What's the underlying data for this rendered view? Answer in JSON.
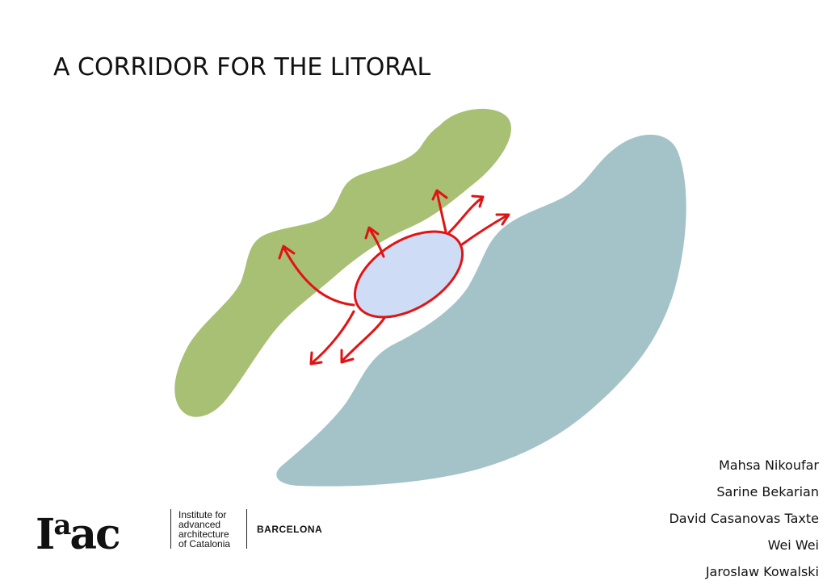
{
  "title": "A CORRIDOR FOR THE LITORAL",
  "authors": [
    "Mahsa Nikoufar",
    "Sarine Bekarian",
    "David Casanovas Taxte",
    "Wei Wei",
    "Jaroslaw Kowalski"
  ],
  "logo": {
    "wordmark_main": "I",
    "wordmark_sup": "a",
    "wordmark_rest": "ac",
    "institute_lines": [
      "Institute for",
      "advanced",
      "architecture",
      "of Catalonia"
    ],
    "city": "BARCELONA"
  },
  "colors": {
    "green": "#a8c074",
    "blue": "#a4c3c9",
    "center": "#cfdcf6",
    "arrows": "#e01414"
  }
}
